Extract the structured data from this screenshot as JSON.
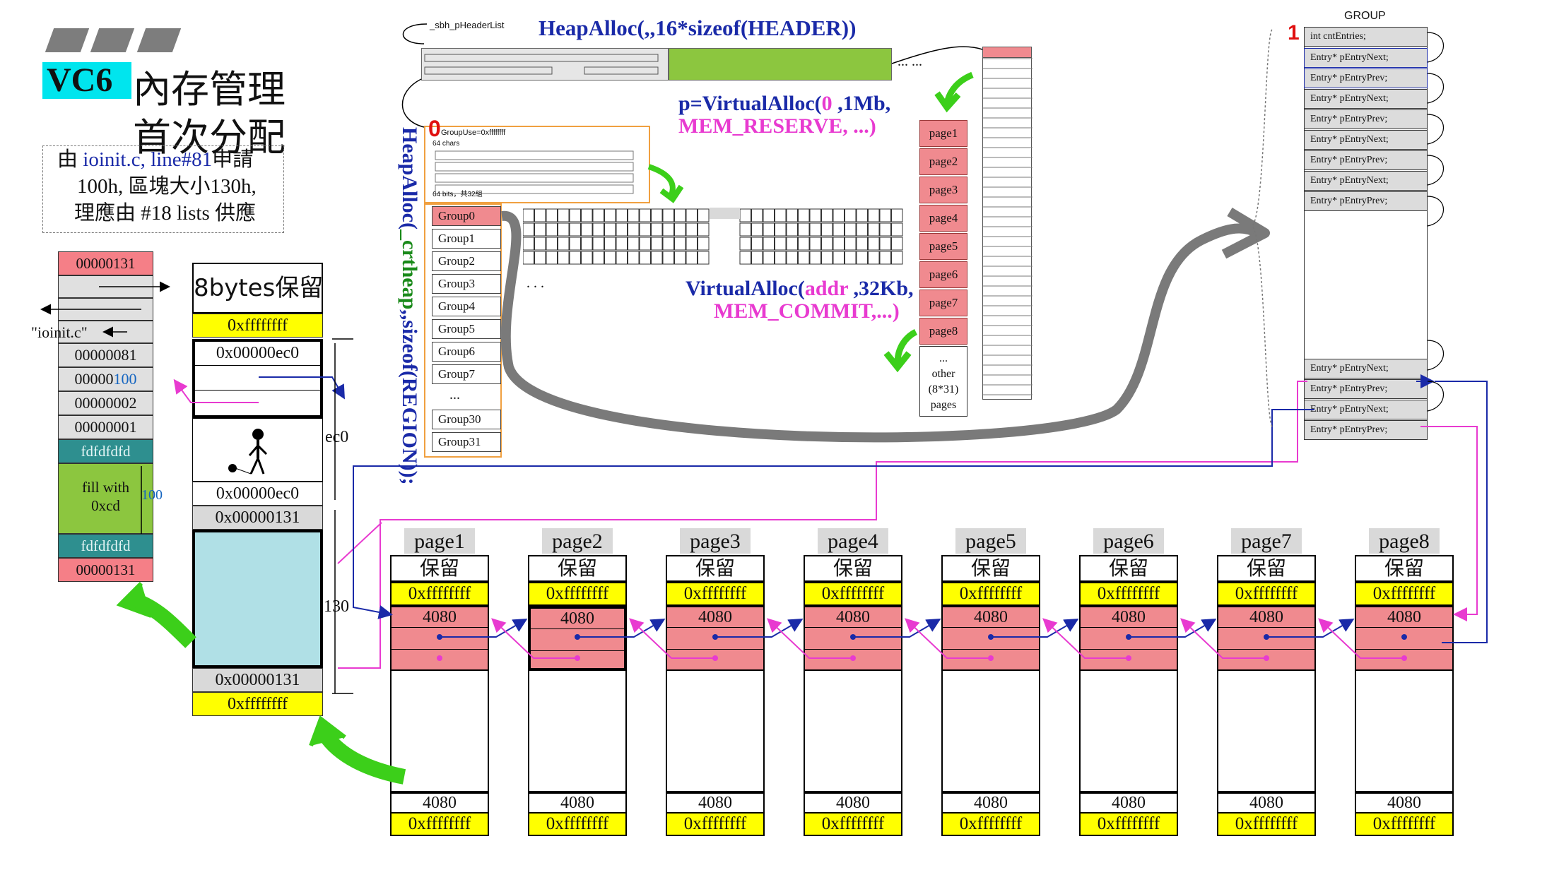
{
  "title": {
    "vc6": "VC6",
    "line1": "內存管理",
    "line2": "首次分配"
  },
  "note": {
    "line1_prefix": "由 ",
    "line1_file": "ioinit.c, line#81",
    "line1_suffix": "申請",
    "line2": "100h, 區塊大小130h,",
    "line3": "理應由 #18 lists 供應"
  },
  "left_block": {
    "top": "00000131",
    "ioinit": "\"ioinit.c\"",
    "v1": "00000081",
    "v2_prefix": "00000",
    "v2_suffix": "100",
    "v3": "00000002",
    "v4": "00000001",
    "fd1": "fdfdfdfd",
    "fill": "fill with",
    "fill2": "0xcd",
    "fill_side": "100",
    "fd2": "fdfdfdfd",
    "bottom": "00000131"
  },
  "mid_block": {
    "reserved": "8bytes保留",
    "yl_top": "0xffffffff",
    "ec0_top": "0x00000ec0",
    "ec0_side": "ec0",
    "ec0_bottom": "0x00000ec0",
    "h131_top": "0x00000131",
    "side130": "130",
    "h131_bottom": "0x00000131",
    "yl_bottom": "0xffffffff"
  },
  "header_list": {
    "label": "_sbh_pHeaderList",
    "ellipsis": "... ..."
  },
  "calls": {
    "heapalloc_header": "HeapAlloc(,,16*sizeof(HEADER))",
    "va_p": "p=VirtualAlloc(",
    "va_zero": "0",
    "va_rest": " ,1Mb,",
    "va_reserve": "MEM_RESERVE, ...)",
    "va2_prefix": "VirtualAlloc(",
    "va2_addr": "addr",
    "va2_rest": " ,32Kb,",
    "va2_commit": "MEM_COMMIT,...)",
    "heapalloc_region_a": "HeapAlloc(",
    "heapalloc_region_b": "_crtheap",
    "heapalloc_region_c": ",,sizeof(REGION));"
  },
  "region": {
    "zero": "0",
    "group_use": "GroupUse=0xffffffff",
    "chars": "64 chars",
    "bits": "64 bits，共32組",
    "groups": [
      "Group0",
      "Group1",
      "Group2",
      "Group3",
      "Group4",
      "Group5",
      "Group6",
      "Group7"
    ],
    "dots": "...",
    "groups_end": [
      "Group30",
      "Group31"
    ],
    "bit_dots": ". . ."
  },
  "pages": {
    "labels": [
      "page1",
      "page2",
      "page3",
      "page4",
      "page5",
      "page6",
      "page7",
      "page8"
    ],
    "other": "...",
    "other2": "other",
    "other3": "(8*31)",
    "other4": "pages"
  },
  "group": {
    "title": "GROUP",
    "one": "1",
    "cnt": "int  cntEntries;",
    "entries": [
      "Entry*  pEntryNext;",
      "Entry*  pEntryPrev;",
      "Entry*  pEntryNext;",
      "Entry*  pEntryPrev;",
      "Entry*  pEntryNext;",
      "Entry*  pEntryPrev;",
      "Entry*  pEntryNext;",
      "Entry*  pEntryPrev;"
    ],
    "entries_bottom": [
      "Entry*  pEntryNext;",
      "Entry*  pEntryPrev;",
      "Entry*  pEntryNext;",
      "Entry*  pEntryPrev;"
    ]
  },
  "bottom_pages": {
    "labels": [
      "page1",
      "page2",
      "page3",
      "page4",
      "page5",
      "page6",
      "page7",
      "page8"
    ],
    "reserved": "保留",
    "ff": "0xffffffff",
    "size": "4080"
  },
  "colors": {
    "yellow": "#ffff00",
    "pink_cell": "#f08a8f",
    "green_cell": "#8cc63f",
    "teal_cell": "#2e8f8f",
    "cyan_block": "#b0e0e6",
    "blue_text": "#1a2aa8",
    "magenta_text": "#e83ad0",
    "green_bar": "#7ed04a"
  }
}
